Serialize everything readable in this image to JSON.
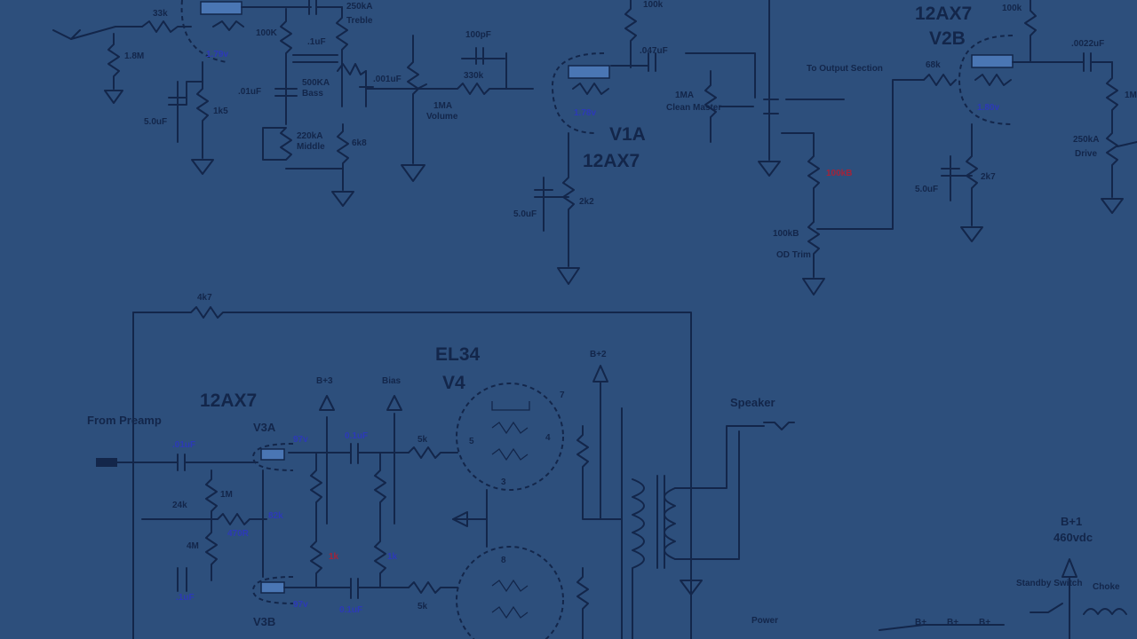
{
  "tubes": {
    "v1a": {
      "name": "V1A",
      "type": "12AX7"
    },
    "v2b": {
      "name": "V2B",
      "type": "12AX7"
    },
    "v3a": {
      "name": "V3A",
      "type": "12AX7"
    },
    "v3b": {
      "name": "V3B"
    },
    "v4": {
      "name": "V4",
      "type": "EL34"
    }
  },
  "labels": {
    "treble": "Treble",
    "bass": "Bass",
    "middle": "Middle",
    "volume": "Volume",
    "clean_master": "Clean Master",
    "od_trim": "OD Trim",
    "drive": "Drive",
    "to_output": "To Output Section",
    "from_preamp": "From Preamp",
    "speaker": "Speaker",
    "b3": "B+3",
    "bias": "Bias",
    "b2": "B+2",
    "b1": "B+1",
    "b1_voltage": "460vdc",
    "standby": "Standby Switch",
    "choke": "Choke",
    "power": "Power"
  },
  "components": {
    "r_33k_a": "33k",
    "r_1m8": "1.8M",
    "r_100k_a": "100K",
    "c_1uf": ".1uF",
    "r_250ka": "250kA",
    "c_01uf": ".01uF",
    "c_5uf_a": "5.0uF",
    "r_1k5": "1k5",
    "r_500ka": "500KA",
    "c_001uf": ".001uF",
    "r_220ka": "220kA",
    "r_6k8": "6k8",
    "c_100pf": "100pF",
    "r_330k": "330k",
    "r_1ma_vol": "1MA",
    "c_047uf": ".047uF",
    "r_1ma_master": "1MA",
    "r_100k_b": "100kB",
    "r_100kb_trim": "100kB",
    "r_2k2": "2k2",
    "c_5uf_b": "5.0uF",
    "r_68k": "68k",
    "r_100k_top": "100k",
    "c_0022uf": ".0022uF",
    "r_250ka_drive": "250kA",
    "r_2k7": "2k7",
    "c_5uf_c": "5.0uF",
    "r_4k7": "4k7",
    "c_01uf_in": ".01uF",
    "r_1m": "1M",
    "r_24k": "24k",
    "r_470r": "470R",
    "r_4m": "4M",
    "c_1uf_b": ".1uF",
    "c_01uf_v3": "0.1uF",
    "c_01uf_v3b": "0.1uF",
    "r_82k": "82k",
    "r_5k": "5k",
    "r_5k_b": "5k",
    "r_1k_a": "1k",
    "r_1k_b": "1k"
  },
  "pin_numbers": {
    "p3": "3",
    "p4": "4",
    "p5": "5",
    "p7": "7",
    "p8": "8"
  }
}
